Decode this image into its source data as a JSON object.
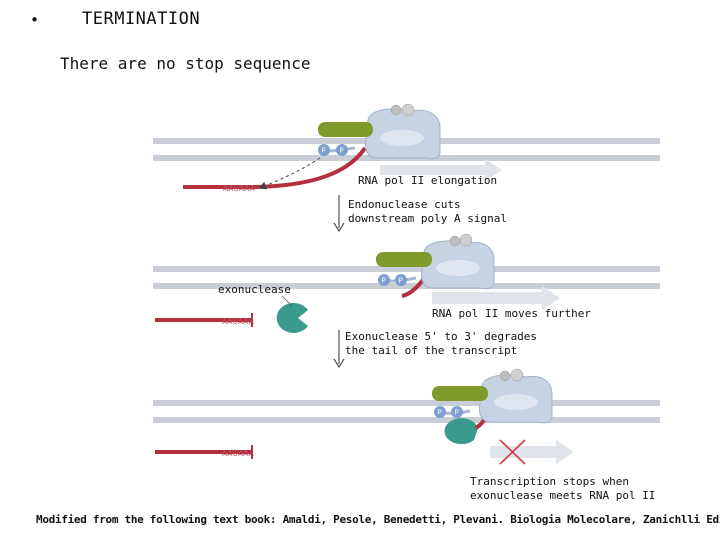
{
  "header": {
    "bullet": "•",
    "title": "TERMINATION",
    "subtitle": "There are no stop sequence"
  },
  "labels": {
    "elongation": "RNA pol II elongation",
    "endonuclease_line1": "Endonuclease cuts",
    "endonuclease_line2": "downstream poly A signal",
    "exonuclease": "exonuclease",
    "moves_further": "RNA pol II moves further",
    "degrades_line1": "Exonuclease 5' to 3' degrades",
    "degrades_line2": "the tail of the transcript",
    "stops_line1": "Transcription stops when",
    "stops_line2": "exonuclease meets RNA pol II"
  },
  "polyA": "AAUAAA",
  "phospho": "P",
  "footer": "Modified from the following text book: Amaldi, Pesole, Benedetti, Plevani. Biologia Molecolare, Zanichlli Editore",
  "colors": {
    "rna": "#b5303f",
    "dna": "#c9ced6",
    "polymerase": "#c7d3e3",
    "green_factor": "#7f9a2a",
    "exonuclease": "#3a9a8c",
    "phosphate": "#7ea0cf",
    "direction_arrow": "#dfe3ea",
    "stop_cross": "#d0354a"
  }
}
